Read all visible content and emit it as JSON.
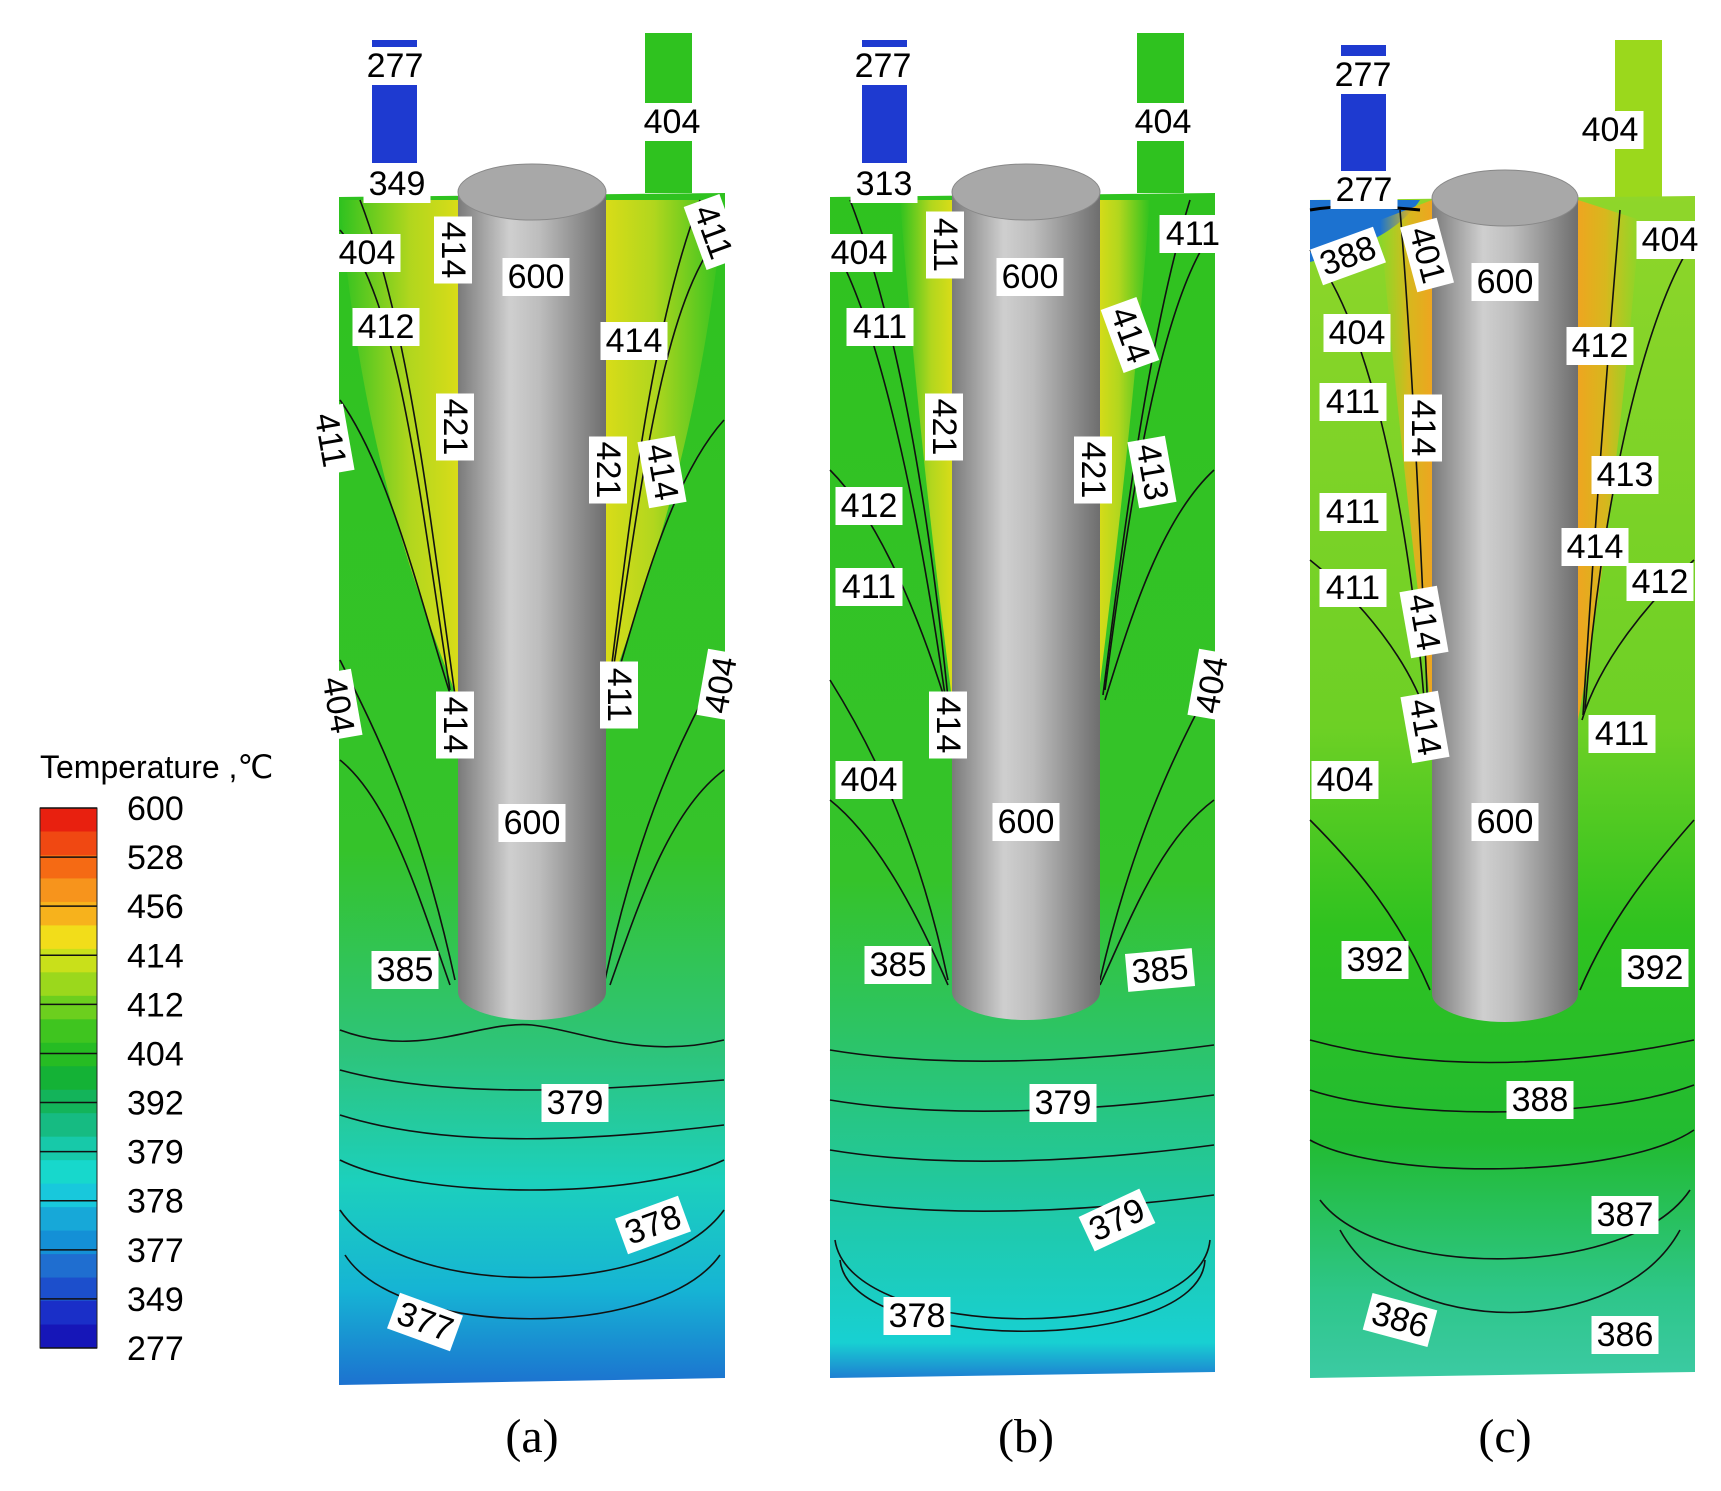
{
  "legend": {
    "title": "Temperature ,℃",
    "levels": [
      "600",
      "528",
      "456",
      "414",
      "412",
      "404",
      "392",
      "379",
      "378",
      "377",
      "349",
      "277"
    ],
    "colors": [
      "#e8200f",
      "#f04812",
      "#f56a14",
      "#f7941c",
      "#f7b21c",
      "#f2dd1a",
      "#c9e01a",
      "#9bd81c",
      "#6ccf1e",
      "#3fc51f",
      "#26bc23",
      "#14b236",
      "#13b45a",
      "#16bb82",
      "#17c9a9",
      "#17d8cc",
      "#18c8dc",
      "#17a8d8",
      "#1490d6",
      "#1f6ed0",
      "#1c4fcc",
      "#1a2fc8",
      "#1616b8"
    ]
  },
  "panels": [
    {
      "label": "(a)",
      "labels": [
        {
          "text": "277"
        },
        {
          "text": "349"
        },
        {
          "text": "404"
        },
        {
          "text": "404"
        },
        {
          "text": "414"
        },
        {
          "text": "411"
        },
        {
          "text": "600"
        },
        {
          "text": "412"
        },
        {
          "text": "414"
        },
        {
          "text": "421"
        },
        {
          "text": "411"
        },
        {
          "text": "421"
        },
        {
          "text": "414"
        },
        {
          "text": "404"
        },
        {
          "text": "414"
        },
        {
          "text": "411"
        },
        {
          "text": "404"
        },
        {
          "text": "600"
        },
        {
          "text": "385"
        },
        {
          "text": "379"
        },
        {
          "text": "378"
        },
        {
          "text": "377"
        }
      ]
    },
    {
      "label": "(b)",
      "labels": [
        {
          "text": "277"
        },
        {
          "text": "313"
        },
        {
          "text": "404"
        },
        {
          "text": "404"
        },
        {
          "text": "411"
        },
        {
          "text": "411"
        },
        {
          "text": "600"
        },
        {
          "text": "411"
        },
        {
          "text": "414"
        },
        {
          "text": "421"
        },
        {
          "text": "421"
        },
        {
          "text": "413"
        },
        {
          "text": "412"
        },
        {
          "text": "411"
        },
        {
          "text": "414"
        },
        {
          "text": "404"
        },
        {
          "text": "404"
        },
        {
          "text": "600"
        },
        {
          "text": "385"
        },
        {
          "text": "385"
        },
        {
          "text": "379"
        },
        {
          "text": "379"
        },
        {
          "text": "378"
        }
      ]
    },
    {
      "label": "(c)",
      "labels": [
        {
          "text": "277"
        },
        {
          "text": "277"
        },
        {
          "text": "404"
        },
        {
          "text": "404"
        },
        {
          "text": "388"
        },
        {
          "text": "401"
        },
        {
          "text": "600"
        },
        {
          "text": "404"
        },
        {
          "text": "412"
        },
        {
          "text": "411"
        },
        {
          "text": "414"
        },
        {
          "text": "413"
        },
        {
          "text": "411"
        },
        {
          "text": "414"
        },
        {
          "text": "411"
        },
        {
          "text": "414"
        },
        {
          "text": "412"
        },
        {
          "text": "414"
        },
        {
          "text": "411"
        },
        {
          "text": "404"
        },
        {
          "text": "600"
        },
        {
          "text": "392"
        },
        {
          "text": "392"
        },
        {
          "text": "388"
        },
        {
          "text": "387"
        },
        {
          "text": "386"
        },
        {
          "text": "386"
        }
      ]
    }
  ]
}
